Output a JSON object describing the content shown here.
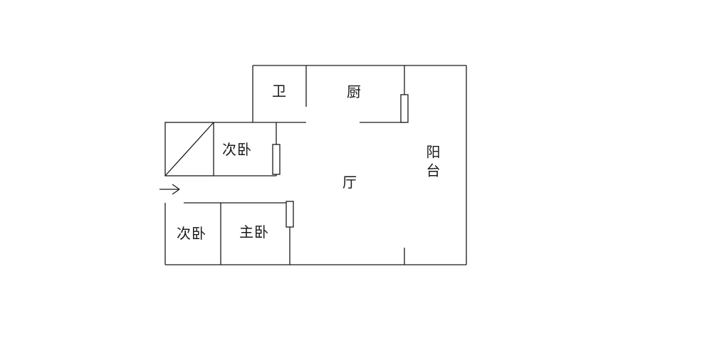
{
  "colors": {
    "wall": "#1a1a1a",
    "background": "#ffffff"
  },
  "rooms": {
    "bathroom": {
      "label": "卫"
    },
    "kitchen": {
      "label": "厨"
    },
    "balcony": {
      "label": "阳台"
    },
    "bedroom_mid": {
      "label": "次卧"
    },
    "living_room": {
      "label": "厅"
    },
    "bedroom_bottom": {
      "label": "次卧"
    },
    "master_bedroom": {
      "label": "主卧"
    }
  },
  "icons": {
    "entrance_arrow": "→",
    "entry_door_symbol": "square-with-diagonal",
    "window_symbol": "thin-rectangle"
  }
}
